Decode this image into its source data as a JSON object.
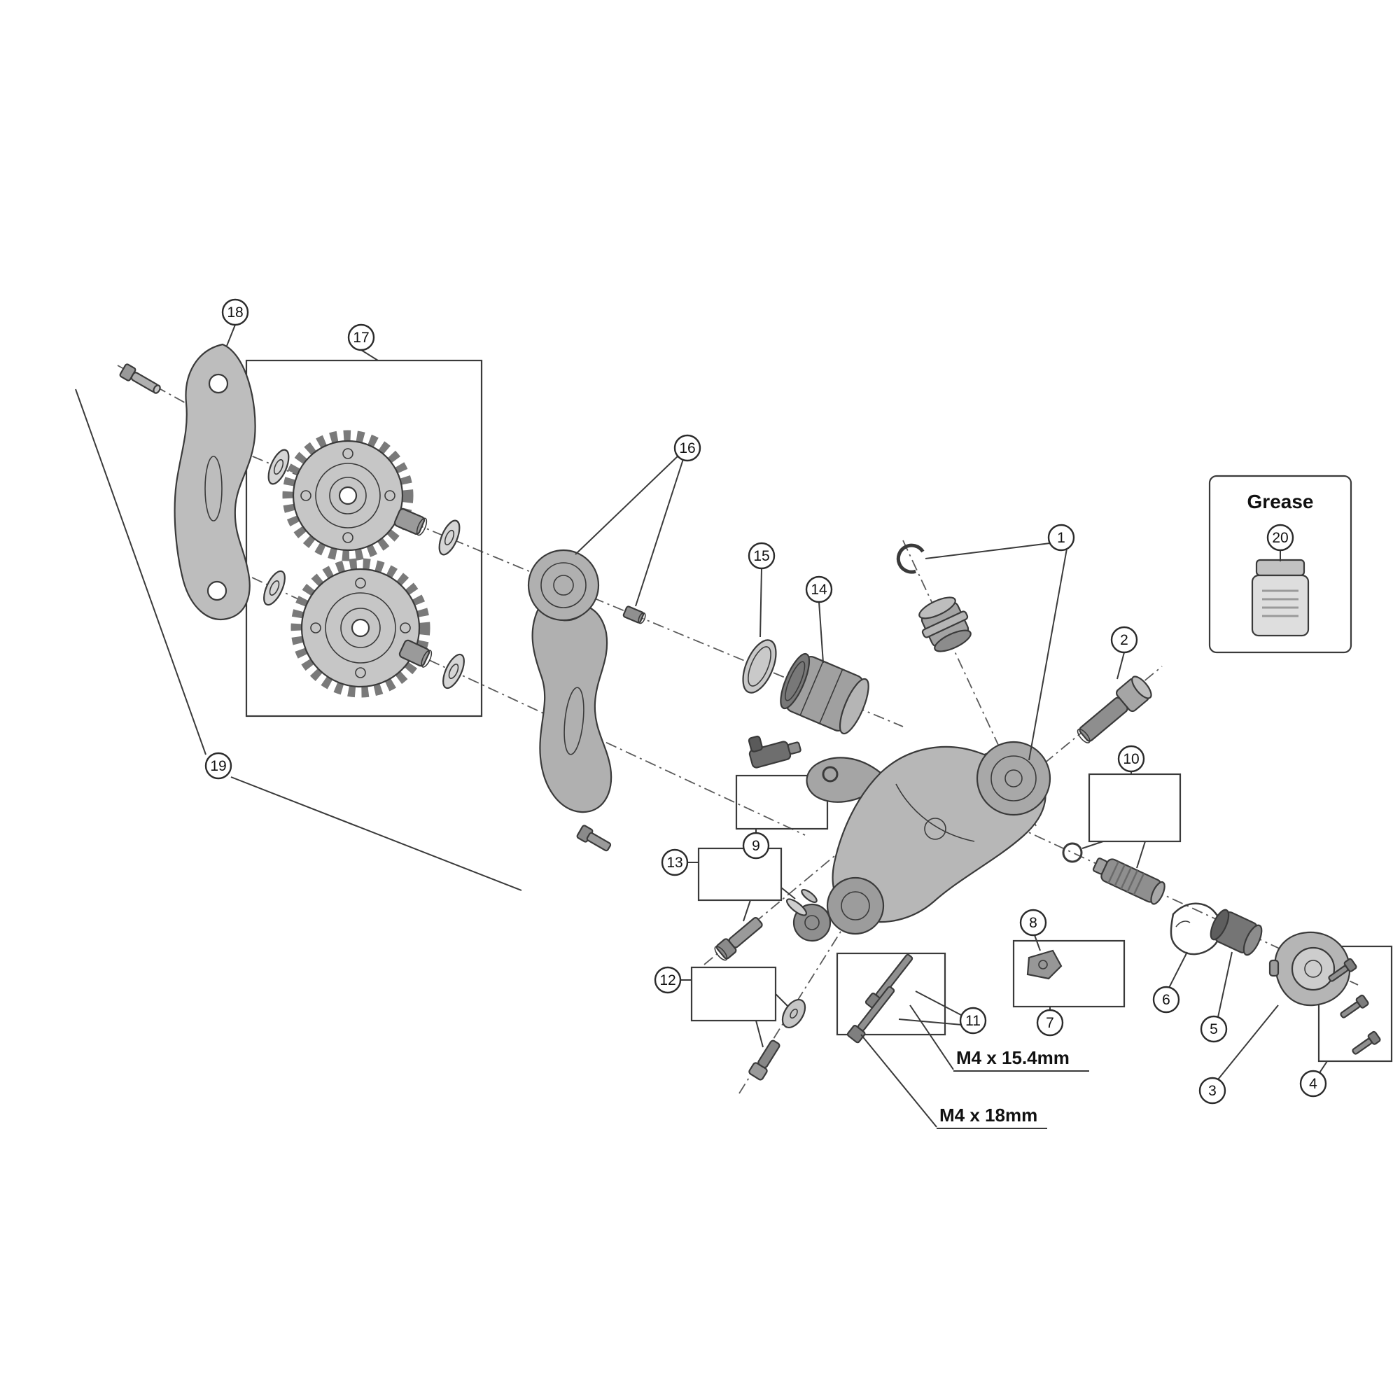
{
  "diagram": {
    "type": "exploded-parts-diagram",
    "grease": {
      "label": "Grease"
    },
    "specs": [
      {
        "label": "M4 x 15.4mm"
      },
      {
        "label": "M4 x 18mm"
      }
    ],
    "callouts": [
      {
        "n": "1"
      },
      {
        "n": "2"
      },
      {
        "n": "3"
      },
      {
        "n": "4"
      },
      {
        "n": "5"
      },
      {
        "n": "6"
      },
      {
        "n": "7"
      },
      {
        "n": "8"
      },
      {
        "n": "9"
      },
      {
        "n": "10"
      },
      {
        "n": "11"
      },
      {
        "n": "12"
      },
      {
        "n": "13"
      },
      {
        "n": "14"
      },
      {
        "n": "15"
      },
      {
        "n": "16"
      },
      {
        "n": "17"
      },
      {
        "n": "18"
      },
      {
        "n": "19"
      },
      {
        "n": "20"
      }
    ],
    "colors": {
      "line": "#3a3a3a",
      "fill_light": "#c9c9c9",
      "fill_mid": "#a5a5a5",
      "background": "#ffffff"
    }
  }
}
